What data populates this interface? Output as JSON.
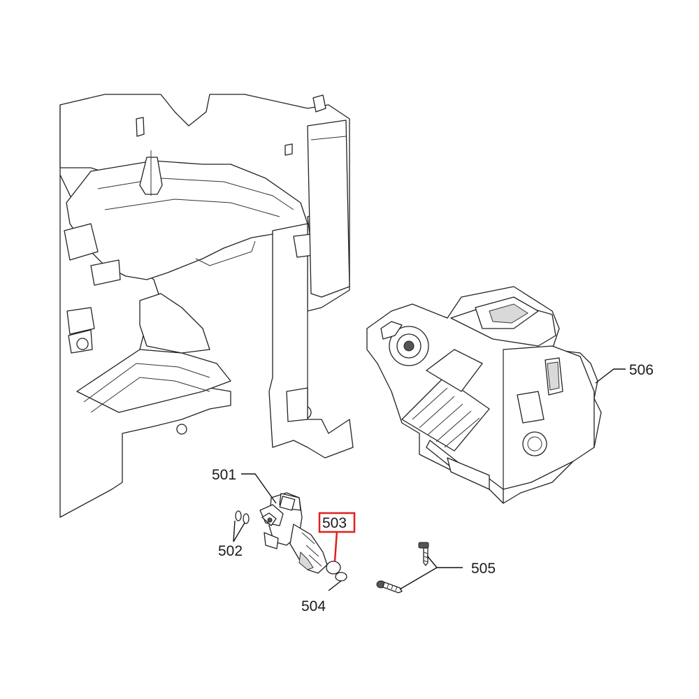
{
  "callouts": [
    {
      "id": "501",
      "label": "501"
    },
    {
      "id": "502",
      "label": "502"
    },
    {
      "id": "503",
      "label": "503",
      "highlighted": true
    },
    {
      "id": "504",
      "label": "504"
    },
    {
      "id": "505",
      "label": "505"
    },
    {
      "id": "506",
      "label": "506"
    }
  ],
  "colors": {
    "highlight": "#e0201f",
    "line": "#111111",
    "background": "#ffffff"
  }
}
